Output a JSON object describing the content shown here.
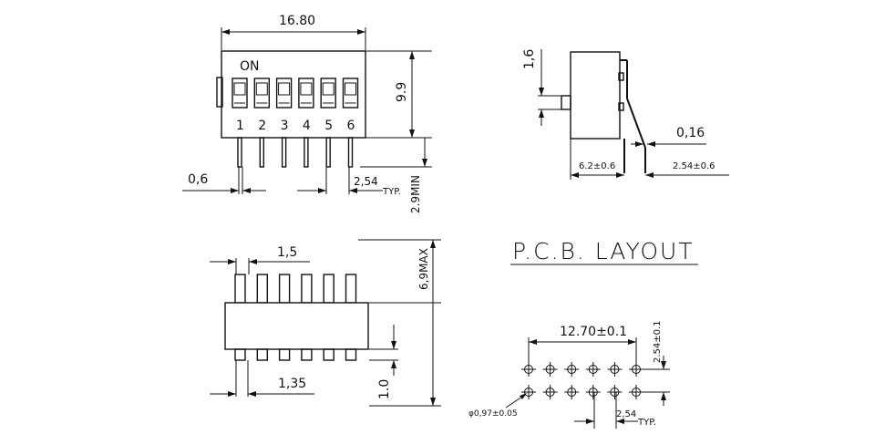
{
  "front_view": {
    "width_dim": "16.80",
    "height_dim": "9.9",
    "on_label": "ON",
    "switch_numbers": [
      "1",
      "2",
      "3",
      "4",
      "5",
      "6"
    ],
    "pin_width_dim": "0,6",
    "pitch_dim": "2,54",
    "pitch_suffix": "TYP.",
    "pin_length_dim": "2.9MIN"
  },
  "side_view": {
    "actuator_dim": "1,6",
    "thickness_dim": "0,16",
    "depth_dim": "6.2±0.6",
    "row_pitch_dim": "2.54±0.6"
  },
  "bottom_view": {
    "pin_top_dim": "1,5",
    "overall_height_dim": "6,9MAX",
    "pin_bottom_dim": "1,35",
    "standoff_dim": "1.0"
  },
  "pcb_layout": {
    "title": "P.C.B.  LAYOUT",
    "span_dim": "12.70±0.1",
    "row_dim": "2.54±0.1",
    "hole_dim": "φ0,97±0.05",
    "pitch_dim": "2,54",
    "pitch_suffix": "TYP."
  }
}
